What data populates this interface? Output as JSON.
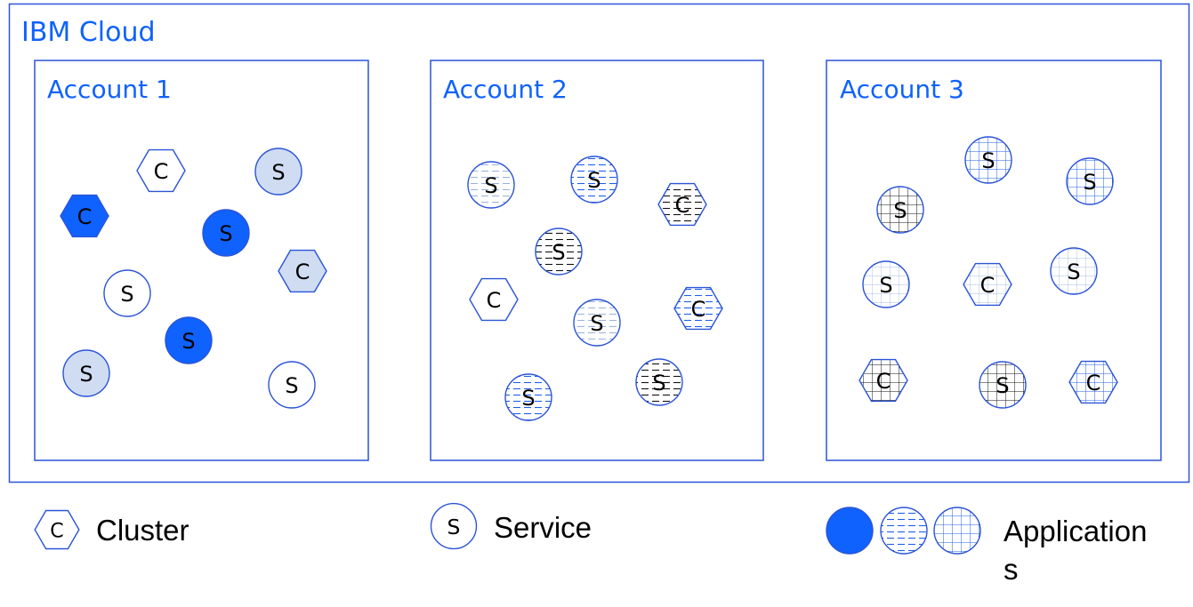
{
  "cloud": {
    "title": "IBM Cloud"
  },
  "accounts": [
    {
      "title": "Account 1"
    },
    {
      "title": "Account 2"
    },
    {
      "title": "Account 3"
    }
  ],
  "node_letters": {
    "cluster": "C",
    "service": "S"
  },
  "legend": {
    "cluster": "Cluster",
    "service": "Service",
    "applications_line1": "Application",
    "applications_line2": "s"
  },
  "colors": {
    "brand_blue": "#0f62fe",
    "light_blue_fill": "#cfdcf2",
    "border": "#2b54d8",
    "hatch_gray": "#4d4d4d"
  },
  "fill_styles": [
    "none",
    "solid",
    "light",
    "dash-blue",
    "dash-black",
    "grid-light",
    "grid-blue",
    "grid-black"
  ]
}
